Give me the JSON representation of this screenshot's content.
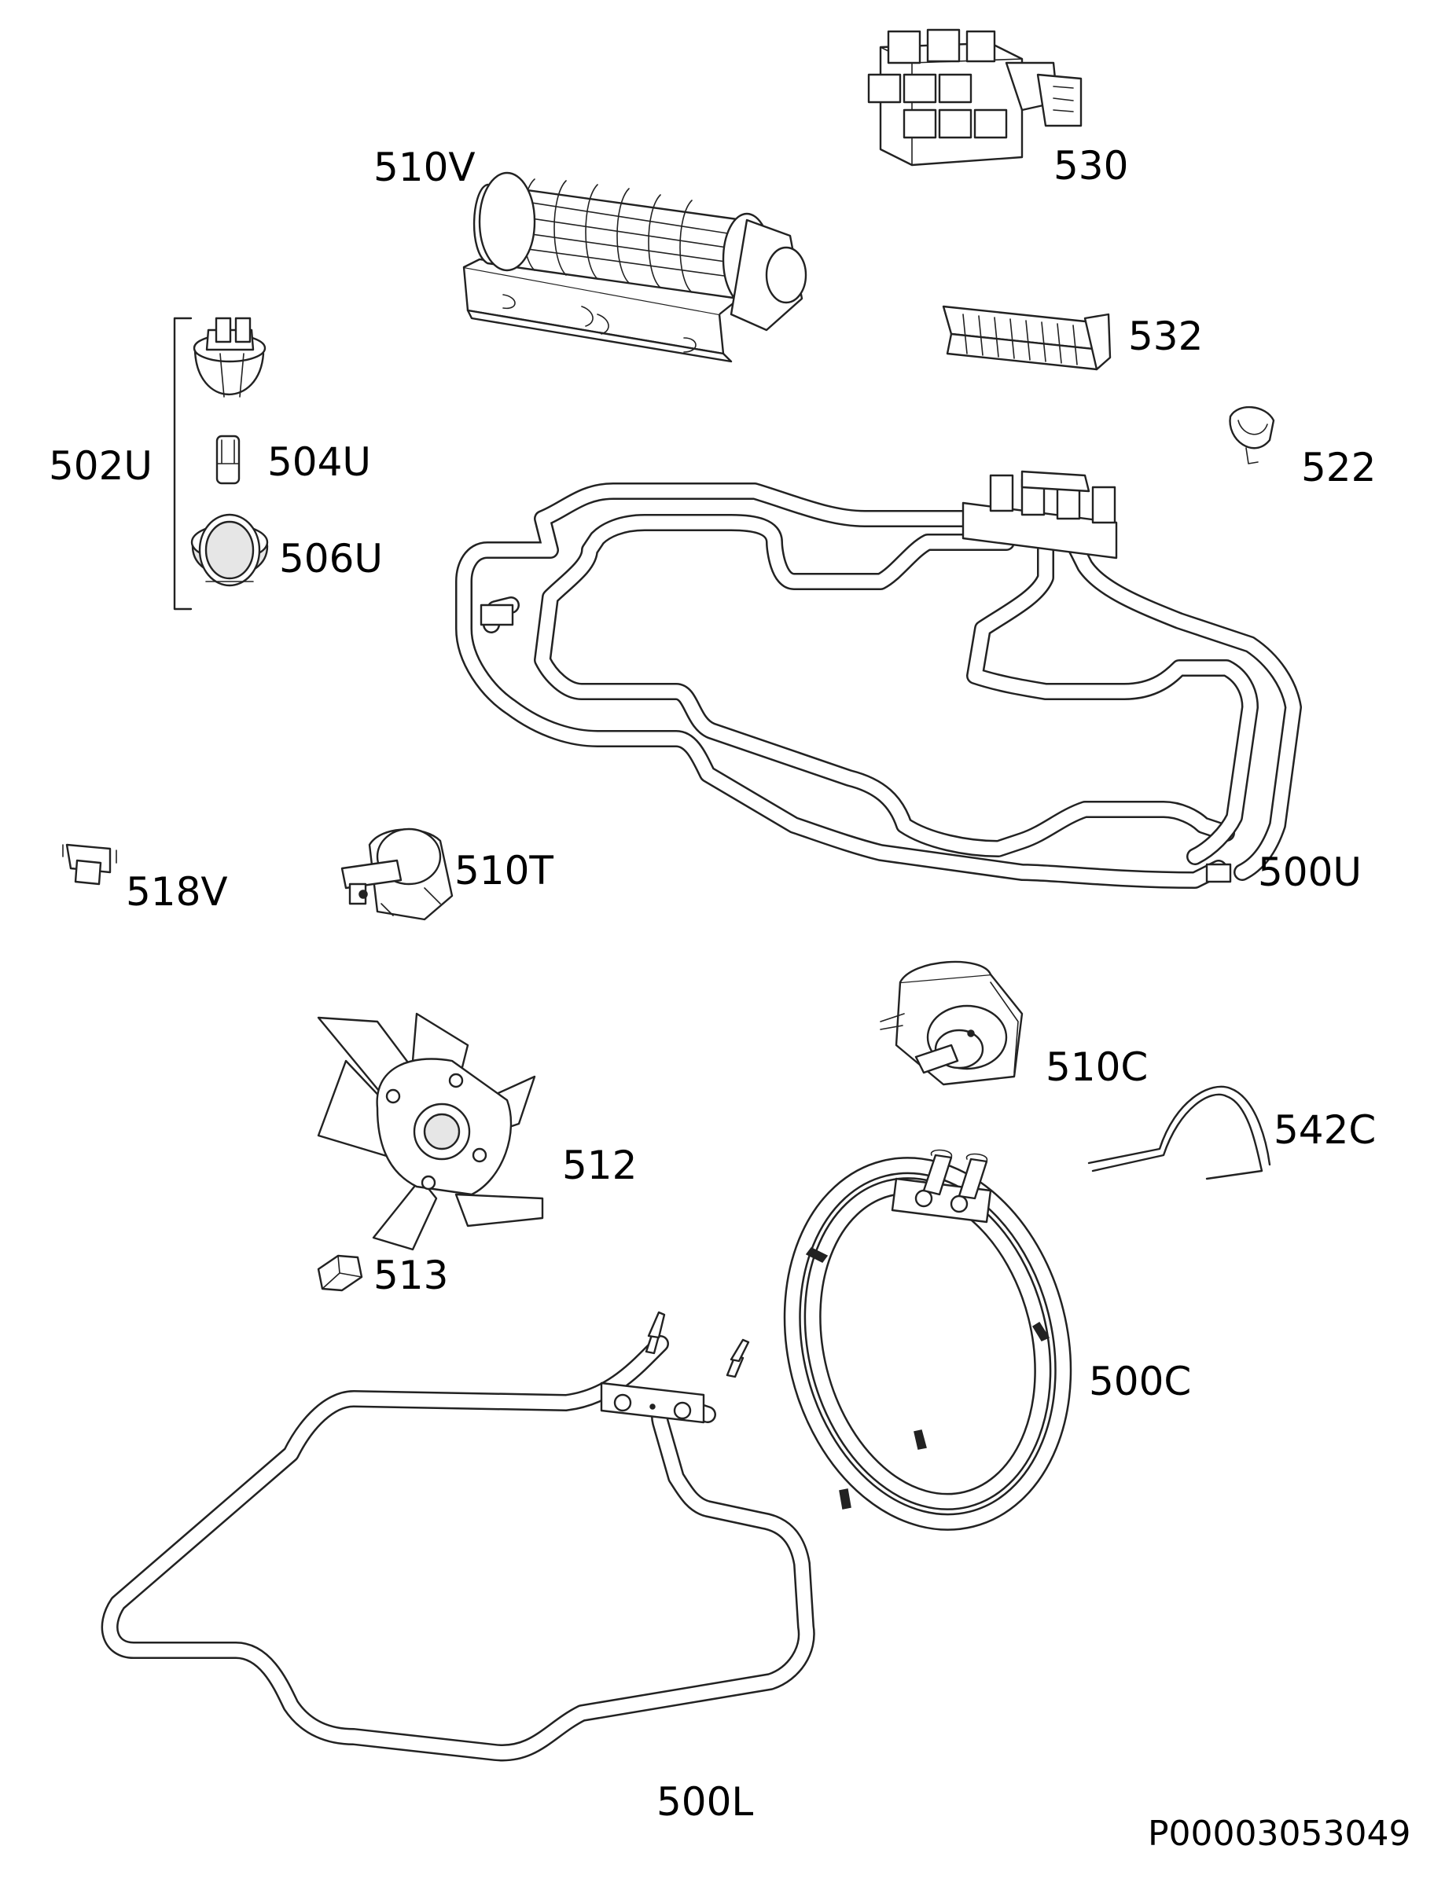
{
  "labels": {
    "p510V": "510V",
    "p530": "530",
    "p532": "532",
    "p502U": "502U",
    "p504U": "504U",
    "p506U": "506U",
    "p522": "522",
    "p518V": "518V",
    "p510T": "510T",
    "p500U": "500U",
    "p510C": "510C",
    "p542C": "542C",
    "p512": "512",
    "p513": "513",
    "p500C": "500C",
    "p500L": "500L"
  },
  "drawing_code": "P00003053049"
}
